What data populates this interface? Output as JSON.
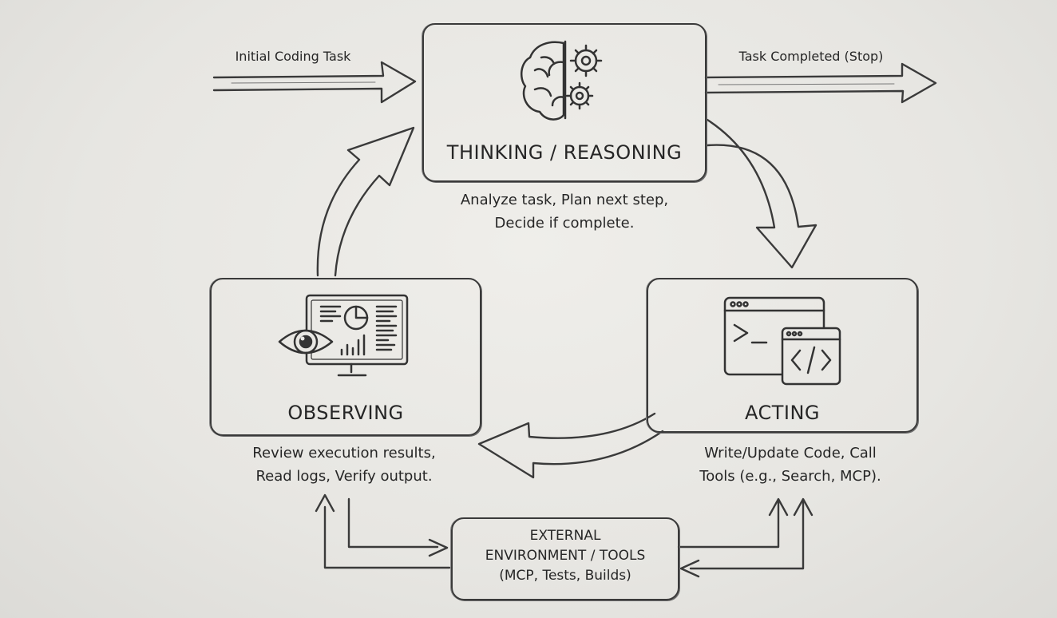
{
  "inputs": {
    "initial": "Initial Coding Task",
    "completed": "Task Completed (Stop)"
  },
  "thinking": {
    "title": "THINKING / REASONING",
    "desc_line1": "Analyze task, Plan next step,",
    "desc_line2": "Decide if complete.",
    "icon": "brain-gears-icon"
  },
  "acting": {
    "title": "ACTING",
    "desc_line1": "Write/Update Code, Call",
    "desc_line2": "Tools (e.g., Search, MCP).",
    "icon": "terminal-code-window-icon"
  },
  "observing": {
    "title": "OBSERVING",
    "desc_line1": "Review execution results,",
    "desc_line2": "Read logs, Verify output.",
    "icon": "eye-monitor-dashboard-icon"
  },
  "environment": {
    "line1": "EXTERNAL",
    "line2": "ENVIRONMENT / TOOLS",
    "line3": "(MCP, Tests, Builds)"
  }
}
